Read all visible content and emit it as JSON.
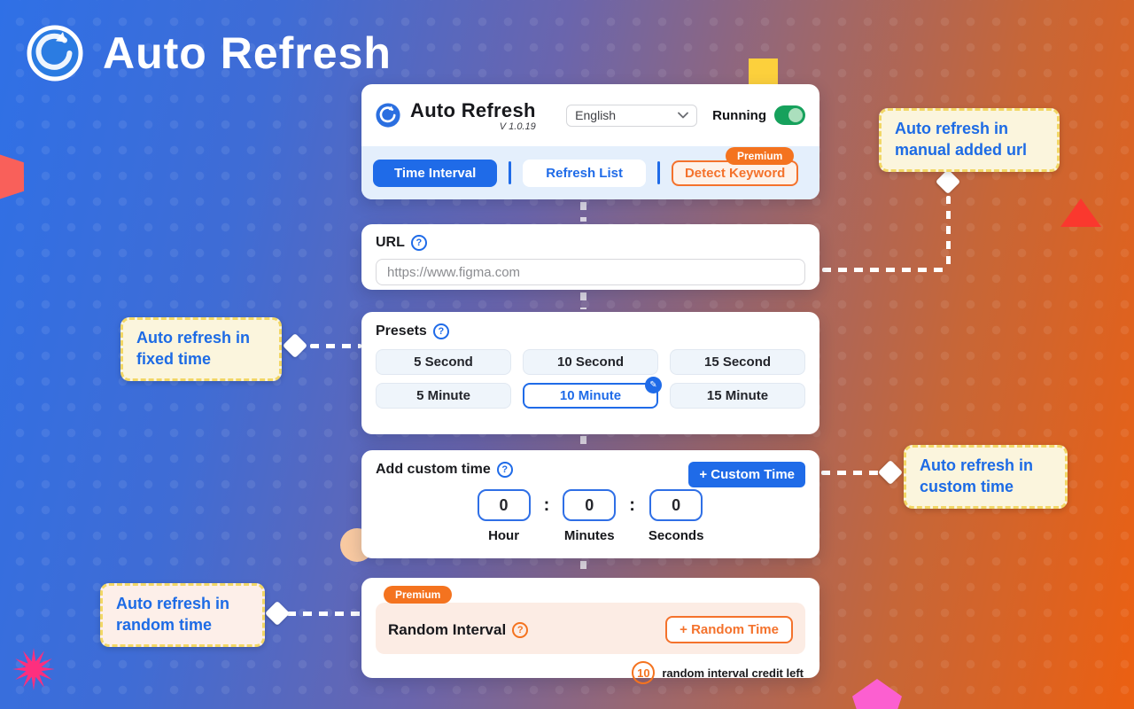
{
  "hero": {
    "title": "Auto Refresh"
  },
  "popup": {
    "header": {
      "title": "Auto Refresh",
      "version": "V 1.0.19",
      "language": "English",
      "status_label": "Running",
      "status_on": true
    },
    "tabs": [
      {
        "label": "Time Interval",
        "active": true
      },
      {
        "label": "Refresh List",
        "active": false
      },
      {
        "label": "Detect Keyword",
        "active": false,
        "badge": "Premium"
      }
    ],
    "url_section": {
      "label": "URL",
      "value": "https://www.figma.com"
    },
    "presets_section": {
      "label": "Presets",
      "buttons": [
        "5 Second",
        "10 Second",
        "15 Second",
        "5 Minute",
        "10 Minute",
        "15 Minute"
      ],
      "selected": "10 Minute"
    },
    "custom_section": {
      "label": "Add custom time",
      "add_button": "+ Custom Time",
      "fields": [
        {
          "value": "0",
          "label": "Hour"
        },
        {
          "value": "0",
          "label": "Minutes"
        },
        {
          "value": "0",
          "label": "Seconds"
        }
      ],
      "separator": ":"
    },
    "random_section": {
      "badge": "Premium",
      "label": "Random Interval",
      "add_button": "+ Random Time",
      "credit_count": "10",
      "credit_text": "random interval credit left"
    }
  },
  "callouts": [
    {
      "id": "manual-url",
      "text": "Auto refresh in manual added url"
    },
    {
      "id": "fixed-time",
      "text": "Auto refresh in fixed time"
    },
    {
      "id": "custom-time",
      "text": "Auto refresh in custom time"
    },
    {
      "id": "random-time",
      "text": "Auto refresh in random time"
    }
  ],
  "icons": {
    "help": "?",
    "edit": "✎"
  },
  "colors": {
    "accent_blue": "#1f6be8",
    "accent_orange": "#f4731f",
    "toggle_green": "#16a15c",
    "callout_text": "#1d6be5",
    "bg_blue": "#2f70e6",
    "bg_orange": "#ec6011"
  }
}
